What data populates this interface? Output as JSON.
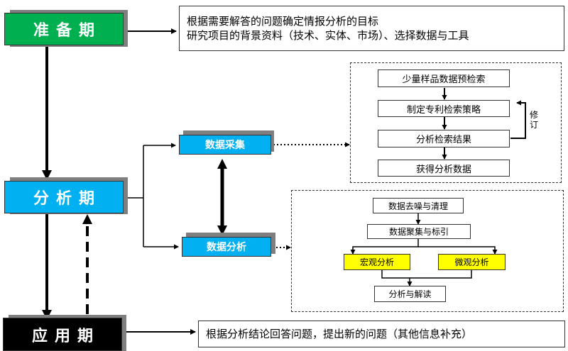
{
  "stages": {
    "prep": "准备期",
    "analysis": "分析期",
    "apply": "应用期"
  },
  "notes": {
    "prep_line1": "根据需要解答的问题确定情报分析的目标",
    "prep_line2": "研究项目的背景资料（技术、实体、市场）、选择数据与工具",
    "apply": "根据分析结论回答问题，提出新的问题（其他信息补充）"
  },
  "subprocesses": {
    "collect": "数据采集",
    "analyze": "数据分析"
  },
  "collect_steps": [
    "少量样品数据预检索",
    "制定专利检索策略",
    "分析检索结果",
    "获得分析数据"
  ],
  "revise_label": "修订",
  "analysis_steps": {
    "denoise": "数据去噪与清理",
    "cluster": "数据聚集与标引",
    "macro": "宏观分析",
    "micro": "微观分析",
    "interpret": "分析与解读"
  },
  "colors": {
    "prep": "#00b050",
    "analysis": "#00b0f0",
    "apply": "#000000",
    "highlight": "#ffff00"
  }
}
